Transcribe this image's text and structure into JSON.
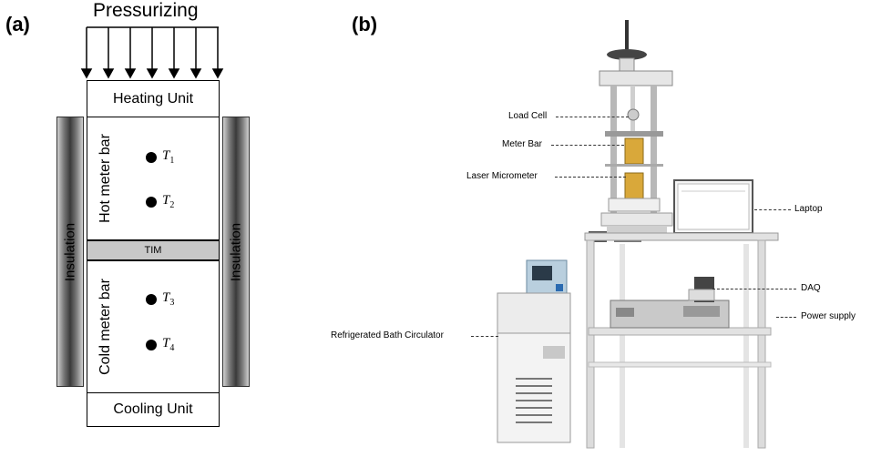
{
  "panel_a": {
    "label": "(a)",
    "pressurizing": "Pressurizing",
    "heating_unit": "Heating Unit",
    "hot_bar": "Hot meter bar",
    "tim": "TIM",
    "cold_bar": "Cold meter bar",
    "cooling_unit": "Cooling Unit",
    "insulation_left": "Insulation",
    "insulation_right": "Insulation",
    "t_symbol": "T",
    "t1": "1",
    "t2": "2",
    "t3": "3",
    "t4": "4"
  },
  "panel_b": {
    "label": "(b)",
    "load_cell": "Load Cell",
    "meter_bar": "Meter Bar",
    "laser_micrometer": "Laser Micrometer",
    "laptop": "Laptop",
    "daq": "DAQ",
    "power_supply": "Power supply",
    "bath_circulator": "Refrigerated Bath Circulator"
  }
}
